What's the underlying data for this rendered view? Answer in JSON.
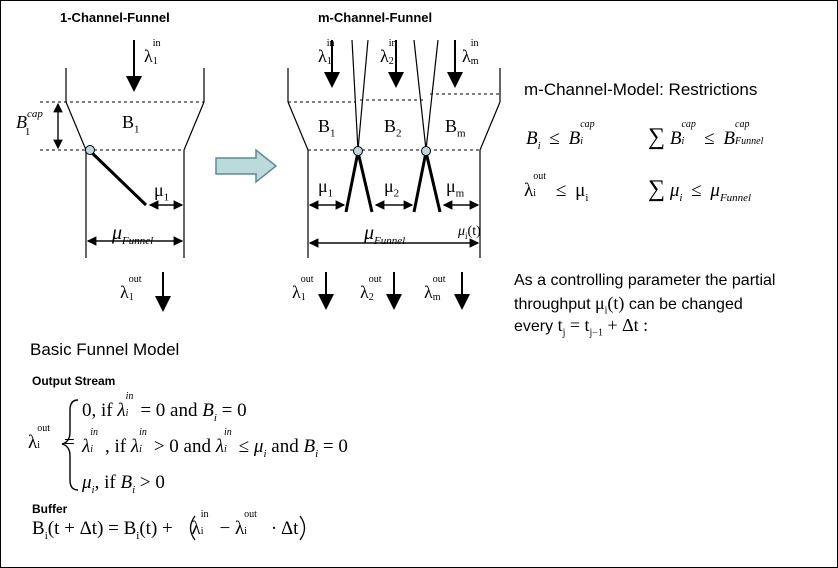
{
  "titles": {
    "single": "1-Channel-Funnel",
    "multi": "m-Channel-Funnel"
  },
  "labels": {
    "lambda": "λ",
    "in": "in",
    "out": "out",
    "B": "B",
    "B_cap_sup": "cap",
    "mu": "μ",
    "funnel_sub": "Funnel",
    "idx1": "1",
    "idx2": "2",
    "idxm": "m",
    "idxi": "i",
    "mu_i_t": "(t)"
  },
  "restrictions": {
    "title": "m-Channel-Model: Restrictions",
    "leq": "≤",
    "sum": "∑",
    "Funnel": "Funnel"
  },
  "control_text": {
    "line1": "As a controlling parameter the partial",
    "line2_a": "throughput",
    "line2_b": "can be changed",
    "line3_a": "every",
    "line3_eq": "t",
    "line3_rest": "= t",
    "j": "j",
    "jm1": "j−1",
    "plus": "+ Δt :",
    "t_paren": "(t)"
  },
  "basic": {
    "title": "Basic Funnel Model",
    "output_stream": "Output Stream",
    "buffer": "Buffer",
    "case1": "0,  if",
    "case1b": "= 0  and",
    "case1c": "= 0",
    "case2a": ", if",
    "case2b": "> 0  and",
    "case2c": "≤",
    "case2d": "and",
    "case2e": "= 0",
    "case3a": ", if",
    "case3b": "> 0",
    "buffer_eq_left": "B",
    "buffer_eq_1": "(t + Δt) = B",
    "buffer_eq_2": "(t) +",
    "buffer_eq_3": "−",
    "buffer_eq_4": "· Δt",
    "equals": "="
  }
}
